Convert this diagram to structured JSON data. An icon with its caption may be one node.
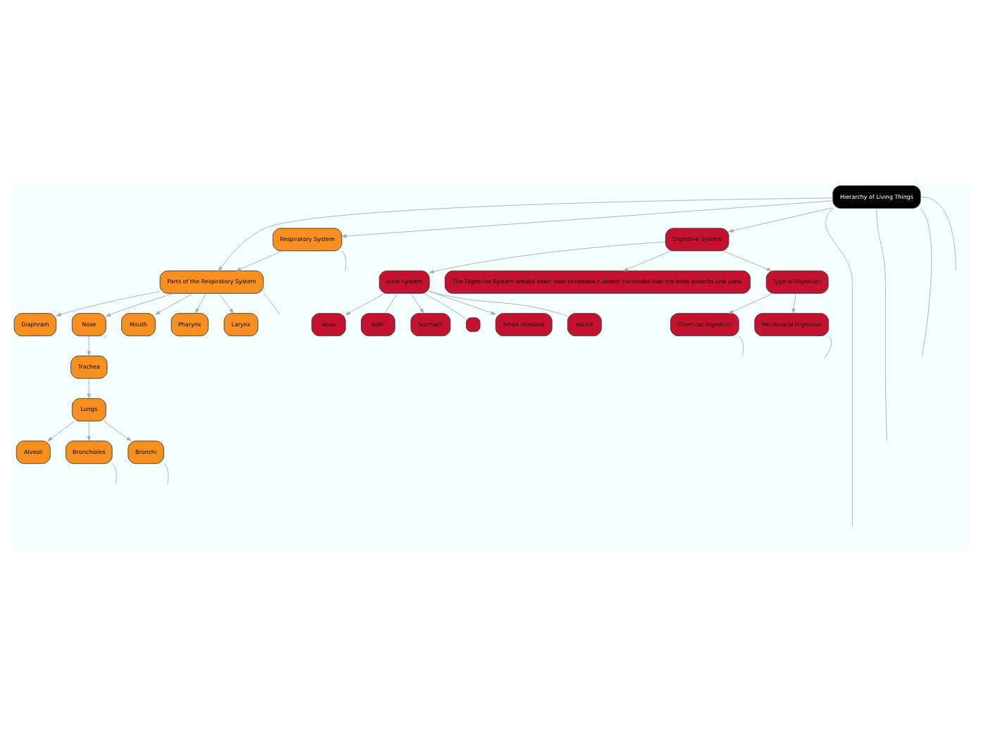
{
  "diagram": {
    "nodes": [
      {
        "text": [
          "Hierarchy of Living Things"
        ]
      },
      {
        "text": [
          "Digestive System"
        ]
      },
      {
        "text": [
          "stive System"
        ]
      },
      {
        "text": [
          "The Digestive System breaks down food to release nutrient molecules that the body absorbs and uses."
        ]
      },
      {
        "text": [],
        "shape": "box"
      },
      {
        "text": [
          "Small Intestine"
        ]
      },
      {
        "text": [
          "estine"
        ]
      },
      {
        "text": [
          "Anus"
        ]
      },
      {
        "text": [
          "dder"
        ]
      },
      {
        "text": [
          "Stomach"
        ]
      },
      {
        "text": [
          "Type of Digestion"
        ]
      },
      {
        "text": [
          "Mechanical Digestion"
        ]
      },
      {
        "text": [
          "Chemical Digestion"
        ]
      },
      {
        "text": [
          "Respiratory System"
        ]
      },
      {
        "text": [
          "Parts of the Respiratory System"
        ]
      },
      {
        "text": [
          "Diaphram"
        ]
      },
      {
        "text": [
          "Nose"
        ]
      },
      {
        "text": [
          "Mouth"
        ]
      },
      {
        "text": [
          "Pharynx"
        ]
      },
      {
        "text": [
          "Trachea"
        ]
      },
      {
        "text": [
          "Larynx"
        ]
      },
      {
        "text": [
          "Lungs"
        ]
      },
      {
        "text": [
          "Alveoli"
        ]
      },
      {
        "text": [
          "Bronchioles"
        ]
      },
      {
        "text": [
          "Bronchi"
        ]
      }
    ],
    "edges": [
      {
        "from": 0,
        "to": 1,
        "arrow": "to"
      },
      {
        "from": 1,
        "to": 2,
        "arrow": "to"
      },
      {
        "from": 1,
        "to": 3,
        "arrow": "to"
      },
      {
        "from": 1,
        "to": 10,
        "arrow": "to"
      },
      {
        "from": 2,
        "to": 4,
        "arrow": "none"
      },
      {
        "from": 2,
        "to": 5,
        "arrow": "to"
      },
      {
        "from": 2,
        "to": 6,
        "arrow": "none"
      },
      {
        "from": 2,
        "to": 7,
        "arrow": "to"
      },
      {
        "from": 2,
        "to": 8,
        "arrow": "none"
      },
      {
        "from": 2,
        "to": 9,
        "arrow": "to"
      },
      {
        "from": 10,
        "to": 11,
        "arrow": "to"
      },
      {
        "from": 10,
        "to": 12,
        "arrow": "to"
      },
      {
        "from": 11,
        "to": null,
        "arrow": "none"
      },
      {
        "from": 12,
        "to": null,
        "arrow": "none"
      },
      {
        "from": 0,
        "to": null,
        "arrow": "none"
      },
      {
        "from": 0,
        "to": null,
        "arrow": "none"
      },
      {
        "from": 0,
        "to": 13,
        "arrow": "to"
      },
      {
        "from": 0,
        "to": 14,
        "arrow": "to"
      },
      {
        "from": 0,
        "to": null,
        "arrow": "none"
      },
      {
        "from": 0,
        "to": null,
        "arrow": "none"
      },
      {
        "from": 13,
        "to": 14,
        "arrow": "to"
      },
      {
        "from": 13,
        "to": null,
        "arrow": "none"
      },
      {
        "from": 14,
        "to": null,
        "arrow": "none"
      },
      {
        "from": 14,
        "to": 15,
        "arrow": "to"
      },
      {
        "from": 14,
        "to": 18,
        "arrow": "to"
      },
      {
        "from": 14,
        "to": 16,
        "arrow": "to"
      },
      {
        "from": 14,
        "to": 20,
        "arrow": "to"
      },
      {
        "from": 14,
        "to": 17,
        "arrow": "to"
      },
      {
        "from": 16,
        "to": 19,
        "arrow": "to"
      },
      {
        "from": 19,
        "to": 21,
        "arrow": "to"
      },
      {
        "from": 21,
        "to": 22,
        "arrow": "to"
      },
      {
        "from": 21,
        "to": 24,
        "arrow": "to"
      },
      {
        "from": 21,
        "to": 23,
        "arrow": "to"
      },
      {
        "from": 23,
        "to": null,
        "arrow": "none"
      },
      {
        "from": 24,
        "to": null,
        "arrow": "none"
      }
    ]
  }
}
